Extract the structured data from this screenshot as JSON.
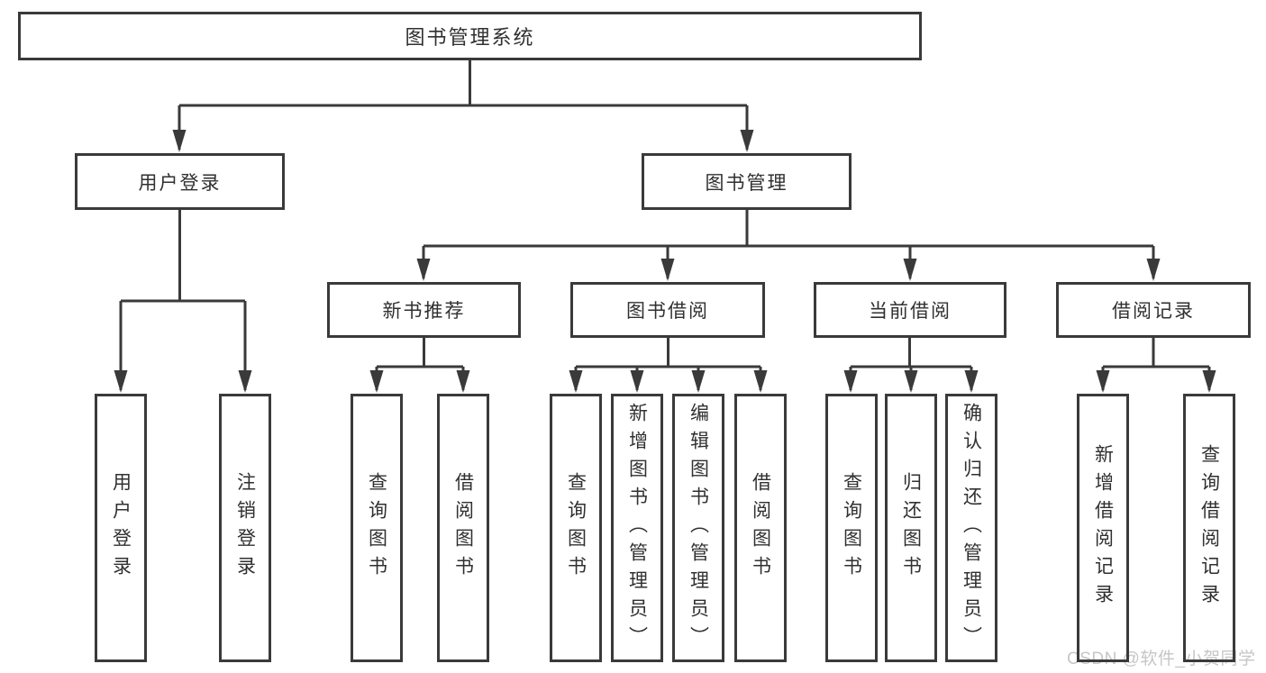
{
  "diagram": {
    "root": {
      "label": "图书管理系统",
      "children": [
        {
          "label": "用户登录",
          "children": [
            {
              "label": "用户登录"
            },
            {
              "label": "注销登录"
            }
          ]
        },
        {
          "label": "图书管理",
          "children": [
            {
              "label": "新书推荐",
              "children": [
                {
                  "label": "查询图书"
                },
                {
                  "label": "借阅图书"
                }
              ]
            },
            {
              "label": "图书借阅",
              "children": [
                {
                  "label": "查询图书"
                },
                {
                  "label": "新增图书（管理员）"
                },
                {
                  "label": "编辑图书（管理员）"
                },
                {
                  "label": "借阅图书"
                }
              ]
            },
            {
              "label": "当前借阅",
              "children": [
                {
                  "label": "查询图书"
                },
                {
                  "label": "归还图书"
                },
                {
                  "label": "确认归还（管理员）"
                }
              ]
            },
            {
              "label": "借阅记录",
              "children": [
                {
                  "label": "新增借阅记录"
                },
                {
                  "label": "查询借阅记录"
                }
              ]
            }
          ]
        }
      ]
    }
  },
  "watermark": {
    "text": "CSDN @软件_小贺同学"
  },
  "colors": {
    "line": "#3a3a3a",
    "box_border": "#3a3a3a",
    "text": "#303030",
    "watermark": "#c6c6c6",
    "background": "#ffffff"
  }
}
